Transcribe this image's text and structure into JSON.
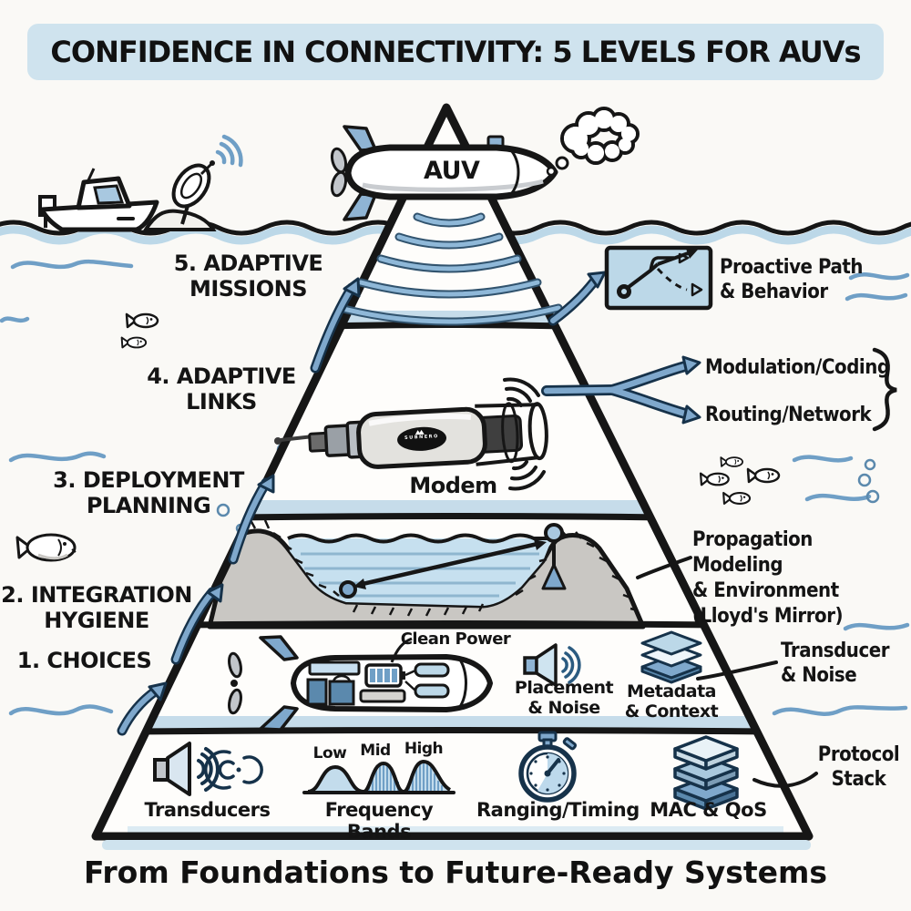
{
  "title": "CONFIDENCE IN CONNECTIVITY: 5 LEVELS FOR AUVs",
  "footer": "From Foundations to Future-Ready Systems",
  "auv": {
    "label": "AUV"
  },
  "left_levels": [
    {
      "label": "5. ADAPTIVE MISSIONS",
      "lines": [
        "5. ADAPTIVE",
        "MISSIONS"
      ]
    },
    {
      "label": "4. ADAPTIVE LINKS",
      "lines": [
        "4. ADAPTIVE",
        "LINKS"
      ]
    },
    {
      "label": "3. DEPLOYMENT PLANNING",
      "lines": [
        "3. DEPLOYMENT",
        "PLANNING"
      ]
    },
    {
      "label": "2. INTEGRATION HYGIENE",
      "lines": [
        "2. INTEGRATION",
        "HYGIENE"
      ]
    },
    {
      "label": "1. CHOICES",
      "lines": [
        "1. CHOICES"
      ]
    }
  ],
  "right_annotations": {
    "proactive": {
      "lines": [
        "Proactive Path",
        "& Behavior"
      ]
    },
    "modulation": "Modulation/Coding",
    "routing": "Routing/Network",
    "propagation": {
      "lines": [
        "Propagation Modeling",
        "& Environment",
        "(Lloyd's Mirror)"
      ]
    },
    "transducer_noise": {
      "lines": [
        "Transducer",
        "& Noise"
      ]
    },
    "protocol_stack": {
      "lines": [
        "Protocol",
        "Stack"
      ]
    }
  },
  "pyramid": {
    "level4": {
      "modem_label": "Modem",
      "modem_brand": "SUBNERO"
    },
    "level2": {
      "clean_power": "Clean Power",
      "placement": {
        "lines": [
          "Placement",
          "& Noise"
        ]
      },
      "metadata": {
        "lines": [
          "Metadata",
          "& Context"
        ]
      }
    },
    "level1": {
      "items": [
        "Transducers",
        "Frequency Bands",
        "Ranging/Timing",
        "MAC & QoS"
      ],
      "band_labels": [
        "Low",
        "Mid",
        "High"
      ]
    }
  },
  "colors": {
    "accent_blue": "#7fa8cc",
    "light_blue": "#c6dcea",
    "banner_blue": "#cfe3ee",
    "ink": "#161616",
    "wave_blue": "#6f9fc6",
    "terrain_gray": "#c9c7c3"
  }
}
